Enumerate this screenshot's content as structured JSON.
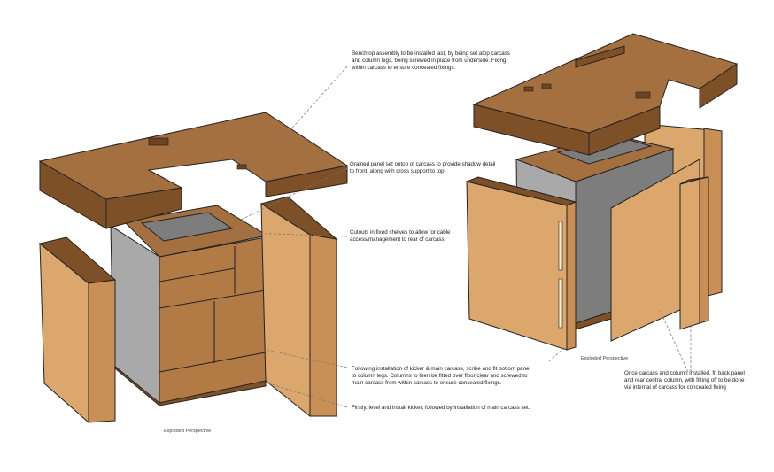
{
  "notes": {
    "benchtop": "Benchtop assembly to be installed last, by being set atop carcass\nand column legs, being screwed in place from underside. Fixing\nwithin carcass to ensure concealed fixings.",
    "grained_panel": "Grained panel set ontop of carcass to provide shadow detail\nto front, along with cross support to top",
    "cutouts": "Cutouts in fixed shelves to allow for cable\naccess/management to rear of carcass",
    "bottom_panel": "Following installation of kicker & main carcass, scribe and fit bottom panel\nto column legs. Columns to then be fitted over floor clear and screwed to\nmain carcass from within carcass to ensure concealed fixings.",
    "kicker": "Firstly, level and install kicker, followed by installation of main carcass set.",
    "back_panel": "Once carcass and column installed, fit back panel\nand rear central column, with fitting off to be done\nvia internal of carcass for concealed fixing"
  },
  "captions": {
    "left": "Exploded Perspective",
    "right": "Exploded Perspective"
  },
  "colors": {
    "wood_top": "#a4703f",
    "wood_panel": "#dba76c",
    "carcass": "#a9a9a9"
  }
}
